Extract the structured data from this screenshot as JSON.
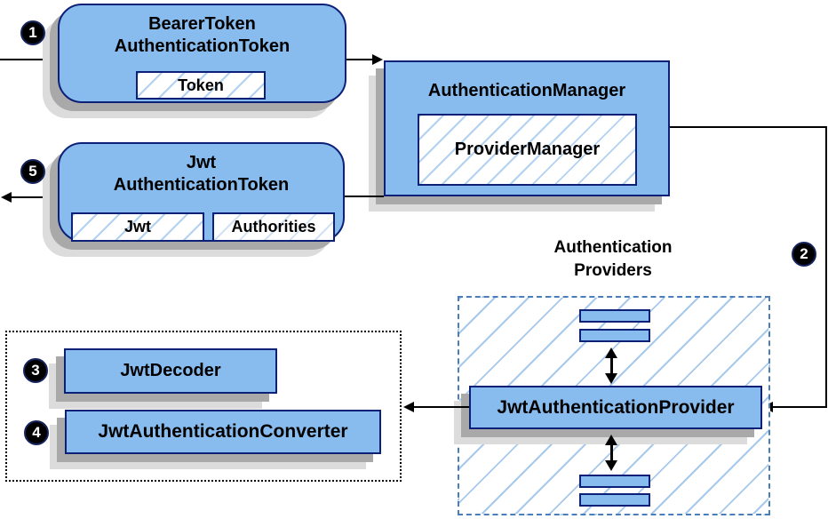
{
  "colors": {
    "node_fill": "#88BCEE",
    "node_border": "#0D2078",
    "hatch_line": "#A6C9EC",
    "dashed_group_border": "#4A7EBB",
    "dotted_group_border": "#000000",
    "shadow_dark": "#A9A9A9",
    "shadow_light": "#DCDCDC",
    "arrow": "#000000",
    "badge_bg": "#000000",
    "badge_text": "#FFFFFF"
  },
  "steps": {
    "s1": "1",
    "s2": "2",
    "s3": "3",
    "s4": "4",
    "s5": "5"
  },
  "nodes": {
    "bearer_token": {
      "title_line1": "BearerToken",
      "title_line2": "AuthenticationToken",
      "field_token": "Token"
    },
    "authentication_manager": {
      "title": "AuthenticationManager",
      "field_provider_manager": "ProviderManager"
    },
    "jwt_authentication_token": {
      "title_line1": "Jwt",
      "title_line2": "AuthenticationToken",
      "field_jwt": "Jwt",
      "field_authorities": "Authorities"
    },
    "authentication_providers": {
      "label_line1": "Authentication",
      "label_line2": "Providers"
    },
    "jwt_authentication_provider": {
      "title": "JwtAuthenticationProvider"
    },
    "jwt_decoder": {
      "title": "JwtDecoder"
    },
    "jwt_authentication_converter": {
      "title": "JwtAuthenticationConverter"
    }
  }
}
